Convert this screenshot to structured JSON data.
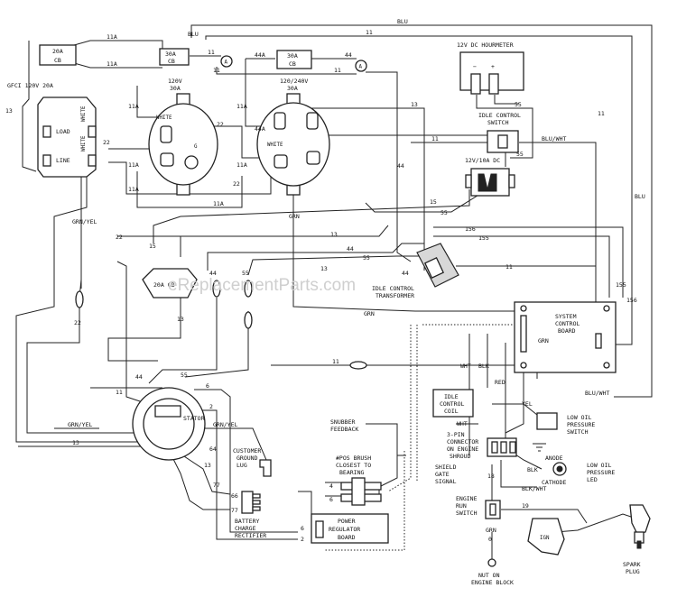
{
  "watermark": "eReplacementParts.com",
  "components": {
    "cb_20a": {
      "line1": "20A",
      "line2": "CB"
    },
    "cb_30a_small": {
      "line1": "30A",
      "line2": "CB"
    },
    "cb_30a_large": {
      "line1": "30A",
      "line2": "CB"
    },
    "gfci": {
      "title": "GFCI 120V 20A",
      "load": "LOAD",
      "line": "LINE",
      "white1": "WHITE",
      "white2": "WHITE"
    },
    "recept_120": {
      "line1": "120V",
      "line2": "30A",
      "white": "WHITE",
      "g": "G"
    },
    "recept_240": {
      "line1": "120/240V",
      "line2": "30A",
      "white": "WHITE"
    },
    "hourmeter": {
      "title": "12V DC HOURMETER",
      "minus": "−",
      "plus": "+"
    },
    "idle_switch": {
      "line1": "IDLE CONTROL",
      "line2": "SWITCH"
    },
    "dc_receptacle": {
      "title": "12V/10A DC"
    },
    "idle_transformer": {
      "line1": "IDLE CONTROL",
      "line2": "TRANSFORMER"
    },
    "cb_left": {
      "text": "20A CB"
    },
    "system_board": {
      "line1": "SYSTEM",
      "line2": "CONTROL",
      "line3": "BOARD"
    },
    "idle_coil": {
      "line1": "IDLE",
      "line2": "CONTROL",
      "line3": "COIL"
    },
    "stator": {
      "text": "STATOR"
    },
    "customer_lug": {
      "line1": "CUSTOMER",
      "line2": "GROUND",
      "line3": "LUG"
    },
    "battery_rect": {
      "line1": "BATTERY",
      "line2": "CHARGE",
      "line3": "RECTIFIER"
    },
    "snubber": {
      "line1": "SNUBBER",
      "line2": "FEEDBACK"
    },
    "brush_note": {
      "line1": "#POS BRUSH",
      "line2": "CLOSEST TO",
      "line3": "BEARING"
    },
    "shield": {
      "line1": "SHIELD",
      "line2": "GATE",
      "line3": "SIGNAL"
    },
    "power_board": {
      "line1": "POWER",
      "line2": "REGULATOR",
      "line3": "BOARD"
    },
    "connector_3pin": {
      "line1": "3-PIN",
      "line2": "CONNECTOR",
      "line3": "ON ENGINE",
      "line4": "SHROUD"
    },
    "low_oil_switch": {
      "line1": "LOW OIL",
      "line2": "PRESSURE",
      "line3": "SWITCH"
    },
    "led": {
      "anode": "ANODE",
      "cathode": "CATHODE",
      "line1": "LOW OIL",
      "line2": "PRESSURE",
      "line3": "LED"
    },
    "engine_switch": {
      "line1": "ENGINE",
      "line2": "RUN",
      "line3": "SWITCH"
    },
    "nut": {
      "line1": "NUT ON",
      "line2": "ENGINE BLOCK"
    },
    "spark_plug": {
      "line1": "SPARK",
      "line2": "PLUG"
    },
    "ign": {
      "text": "IGN"
    }
  },
  "wires": {
    "blu": "BLU",
    "blu_wht": "BLU/WHT",
    "grn_yel": "GRN/YEL",
    "grn": "GRN",
    "blk": "BLK",
    "wht": "WHT",
    "red": "RED",
    "yel": "YEL",
    "blk_wht": "BLK/WHT",
    "n11": "11",
    "n11a": "11A",
    "n13": "13",
    "n15": "15",
    "n156": "156",
    "n155": "155",
    "n22": "22",
    "n44": "44",
    "n44a": "44A",
    "n55": "55",
    "n4": "4",
    "n6": "6",
    "n2": "2",
    "n18": "18",
    "n19": "19",
    "n64": "64",
    "n66": "66",
    "n77": "77",
    "n0": "0"
  },
  "markers": {
    "a": "A"
  }
}
